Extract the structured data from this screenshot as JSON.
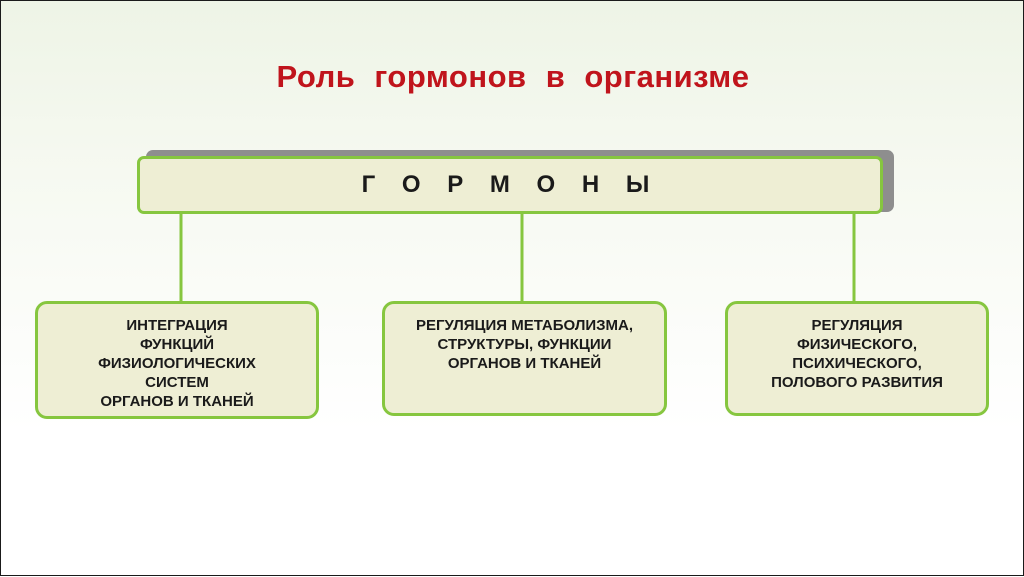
{
  "title": "Роль  гормонов  в  организме",
  "main_box": {
    "label": "Г О Р М О Н Ы"
  },
  "boxes": [
    {
      "lines": [
        "ИНТЕГРАЦИЯ",
        "ФУНКЦИЙ",
        "ФИЗИОЛОГИЧЕСКИХ",
        "СИСТЕМ",
        "ОРГАНОВ И ТКАНЕЙ"
      ]
    },
    {
      "lines": [
        "РЕГУЛЯЦИЯ МЕТАБОЛИЗМА,",
        "СТРУКТУРЫ, ФУНКЦИИ",
        "ОРГАНОВ И ТКАНЕЙ"
      ]
    },
    {
      "lines": [
        "РЕГУЛЯЦИЯ",
        "ФИЗИЧЕСКОГО,",
        "ПСИХИЧЕСКОГО,",
        "ПОЛОВОГО  РАЗВИТИЯ"
      ]
    }
  ],
  "colors": {
    "title": "#c0141c",
    "box_fill": "#eeeed4",
    "box_border": "#86c63f",
    "connector": "#86c63f",
    "shadow": "#8e8e8e"
  }
}
